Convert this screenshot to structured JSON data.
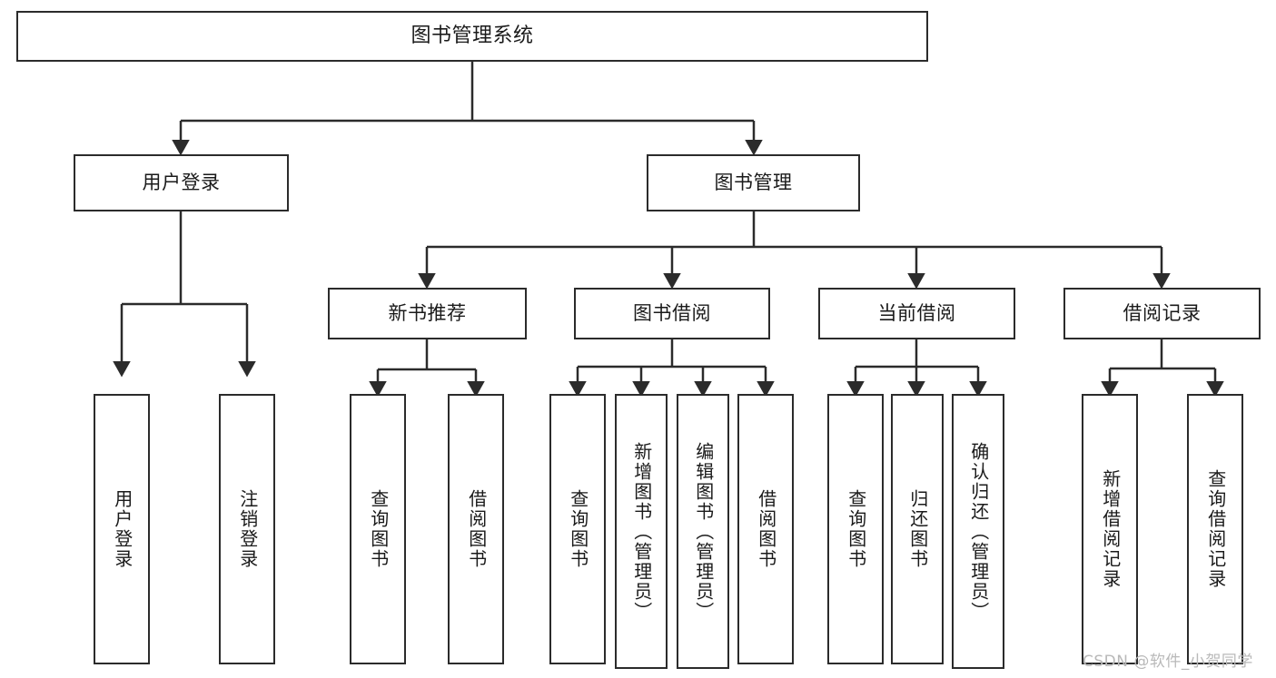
{
  "diagram": {
    "title": "图书管理系统",
    "type": "tree-hierarchy-diagram",
    "watermark": "CSDN @软件_小贺同学",
    "colors": {
      "box_border": "#2b2b2b",
      "box_fill": "#ffffff",
      "connector": "#2b2b2b",
      "text": "#1a1a1a",
      "watermark": "#b9b9b9",
      "background": "#ffffff"
    }
  },
  "root": {
    "label": "图书管理系统"
  },
  "level1": [
    {
      "label": "用户登录"
    },
    {
      "label": "图书管理"
    }
  ],
  "level2": [
    {
      "label": "新书推荐"
    },
    {
      "label": "图书借阅"
    },
    {
      "label": "当前借阅"
    },
    {
      "label": "借阅记录"
    }
  ],
  "leaves": {
    "user_login": [
      {
        "label": "用户登录"
      },
      {
        "label": "注销登录"
      }
    ],
    "new_book_recommend": [
      {
        "label": "查询图书"
      },
      {
        "label": "借阅图书"
      }
    ],
    "book_borrow": [
      {
        "label": "查询图书"
      },
      {
        "label": "新增图书（管理员）"
      },
      {
        "label": "编辑图书（管理员）"
      },
      {
        "label": "借阅图书"
      }
    ],
    "current_borrow": [
      {
        "label": "查询图书"
      },
      {
        "label": "归还图书"
      },
      {
        "label": "确认归还（管理员）"
      }
    ],
    "borrow_records": [
      {
        "label": "新增借阅记录"
      },
      {
        "label": "查询借阅记录"
      }
    ]
  }
}
